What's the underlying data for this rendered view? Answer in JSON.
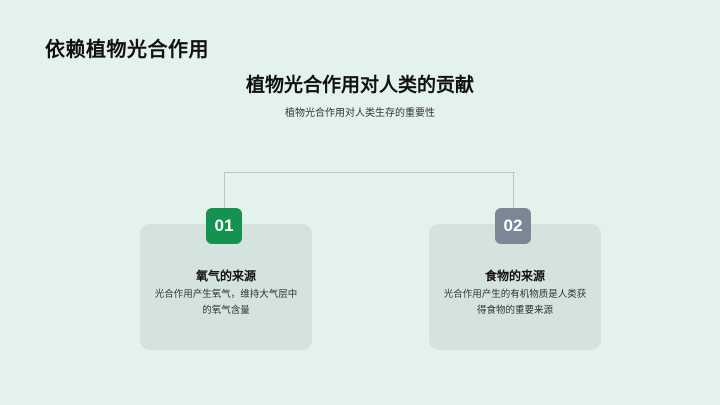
{
  "page": {
    "title": "依赖植物光合作用"
  },
  "section": {
    "heading": "植物光合作用对人类的贡献",
    "subheading": "植物光合作用对人类生存的重要性"
  },
  "items": [
    {
      "number": "01",
      "badge_color": "#13934f",
      "title": "氧气的来源",
      "description": "光合作用产生氧气，维持大气层中的氧气含量"
    },
    {
      "number": "02",
      "badge_color": "#7c8796",
      "title": "食物的来源",
      "description": "光合作用产生的有机物质是人类获得食物的重要来源"
    }
  ],
  "colors": {
    "background": "#e3f2ea",
    "card": "#d5e3df",
    "connector": "#b9c7c2"
  }
}
